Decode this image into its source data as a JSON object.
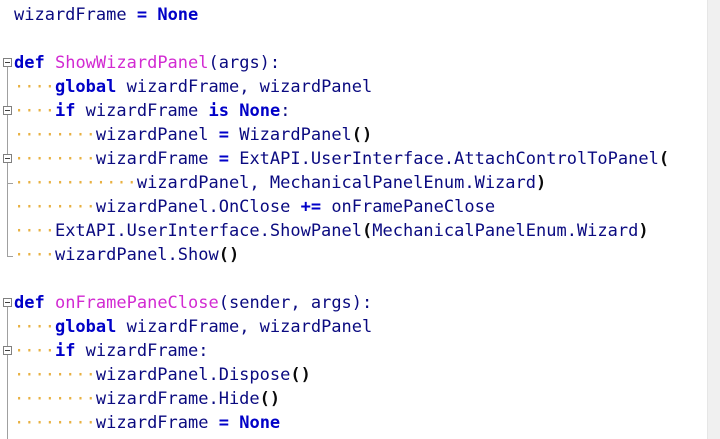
{
  "editor": {
    "lines": [
      [
        {
          "t": "wizardFrame ",
          "c": "plain"
        },
        {
          "t": "=",
          "c": "op"
        },
        {
          "t": " ",
          "c": "plain"
        },
        {
          "t": "None",
          "c": "kw"
        }
      ],
      [],
      [
        {
          "t": "def",
          "c": "kw"
        },
        {
          "t": " ",
          "c": "plain"
        },
        {
          "t": "ShowWizardPanel",
          "c": "fn"
        },
        {
          "t": "(args):",
          "c": "plain"
        }
      ],
      [
        {
          "t": "····",
          "c": "indent-dot"
        },
        {
          "t": "global",
          "c": "kw"
        },
        {
          "t": " wizardFrame, wizardPanel",
          "c": "plain"
        }
      ],
      [
        {
          "t": "····",
          "c": "indent-dot"
        },
        {
          "t": "if",
          "c": "kw"
        },
        {
          "t": " wizardFrame ",
          "c": "plain"
        },
        {
          "t": "is",
          "c": "kw"
        },
        {
          "t": " ",
          "c": "plain"
        },
        {
          "t": "None",
          "c": "kw"
        },
        {
          "t": ":",
          "c": "plain"
        }
      ],
      [
        {
          "t": "········",
          "c": "indent-dot"
        },
        {
          "t": "wizardPanel ",
          "c": "plain"
        },
        {
          "t": "=",
          "c": "op"
        },
        {
          "t": " WizardPanel",
          "c": "plain"
        },
        {
          "t": "()",
          "c": "paren"
        }
      ],
      [
        {
          "t": "········",
          "c": "indent-dot"
        },
        {
          "t": "wizardFrame ",
          "c": "plain"
        },
        {
          "t": "=",
          "c": "op"
        },
        {
          "t": " ExtAPI.UserInterface.AttachControlToPanel",
          "c": "plain"
        },
        {
          "t": "(",
          "c": "paren"
        }
      ],
      [
        {
          "t": "············",
          "c": "indent-dot"
        },
        {
          "t": "wizardPanel, MechanicalPanelEnum.Wizard",
          "c": "plain"
        },
        {
          "t": ")",
          "c": "paren"
        }
      ],
      [
        {
          "t": "········",
          "c": "indent-dot"
        },
        {
          "t": "wizardPanel.OnClose ",
          "c": "plain"
        },
        {
          "t": "+=",
          "c": "op"
        },
        {
          "t": " onFramePaneClose",
          "c": "plain"
        }
      ],
      [
        {
          "t": "····",
          "c": "indent-dot"
        },
        {
          "t": "ExtAPI.UserInterface.ShowPanel",
          "c": "plain"
        },
        {
          "t": "(",
          "c": "paren"
        },
        {
          "t": "MechanicalPanelEnum.Wizard",
          "c": "plain"
        },
        {
          "t": ")",
          "c": "paren"
        }
      ],
      [
        {
          "t": "····",
          "c": "indent-dot"
        },
        {
          "t": "wizardPanel.Show",
          "c": "plain"
        },
        {
          "t": "()",
          "c": "paren"
        }
      ],
      [],
      [
        {
          "t": "def",
          "c": "kw"
        },
        {
          "t": " ",
          "c": "plain"
        },
        {
          "t": "onFramePaneClose",
          "c": "fn"
        },
        {
          "t": "(sender, args):",
          "c": "plain"
        }
      ],
      [
        {
          "t": "····",
          "c": "indent-dot"
        },
        {
          "t": "global",
          "c": "kw"
        },
        {
          "t": " wizardFrame, wizardPanel",
          "c": "plain"
        }
      ],
      [
        {
          "t": "····",
          "c": "indent-dot"
        },
        {
          "t": "if",
          "c": "kw"
        },
        {
          "t": " wizardFrame:",
          "c": "plain"
        }
      ],
      [
        {
          "t": "········",
          "c": "indent-dot"
        },
        {
          "t": "wizardPanel.Dispose",
          "c": "plain"
        },
        {
          "t": "()",
          "c": "paren"
        }
      ],
      [
        {
          "t": "········",
          "c": "indent-dot"
        },
        {
          "t": "wizardFrame.Hide",
          "c": "plain"
        },
        {
          "t": "()",
          "c": "paren"
        }
      ],
      [
        {
          "t": "········",
          "c": "indent-dot"
        },
        {
          "t": "wizardFrame ",
          "c": "plain"
        },
        {
          "t": "=",
          "c": "op"
        },
        {
          "t": " ",
          "c": "plain"
        },
        {
          "t": "None",
          "c": "kw"
        }
      ]
    ],
    "colors": {
      "background": "#ffffff",
      "keyword": "#0000c8",
      "function_name": "#d22ad2",
      "identifier": "#0a0a80",
      "indent_guide": "#e8b040"
    }
  }
}
